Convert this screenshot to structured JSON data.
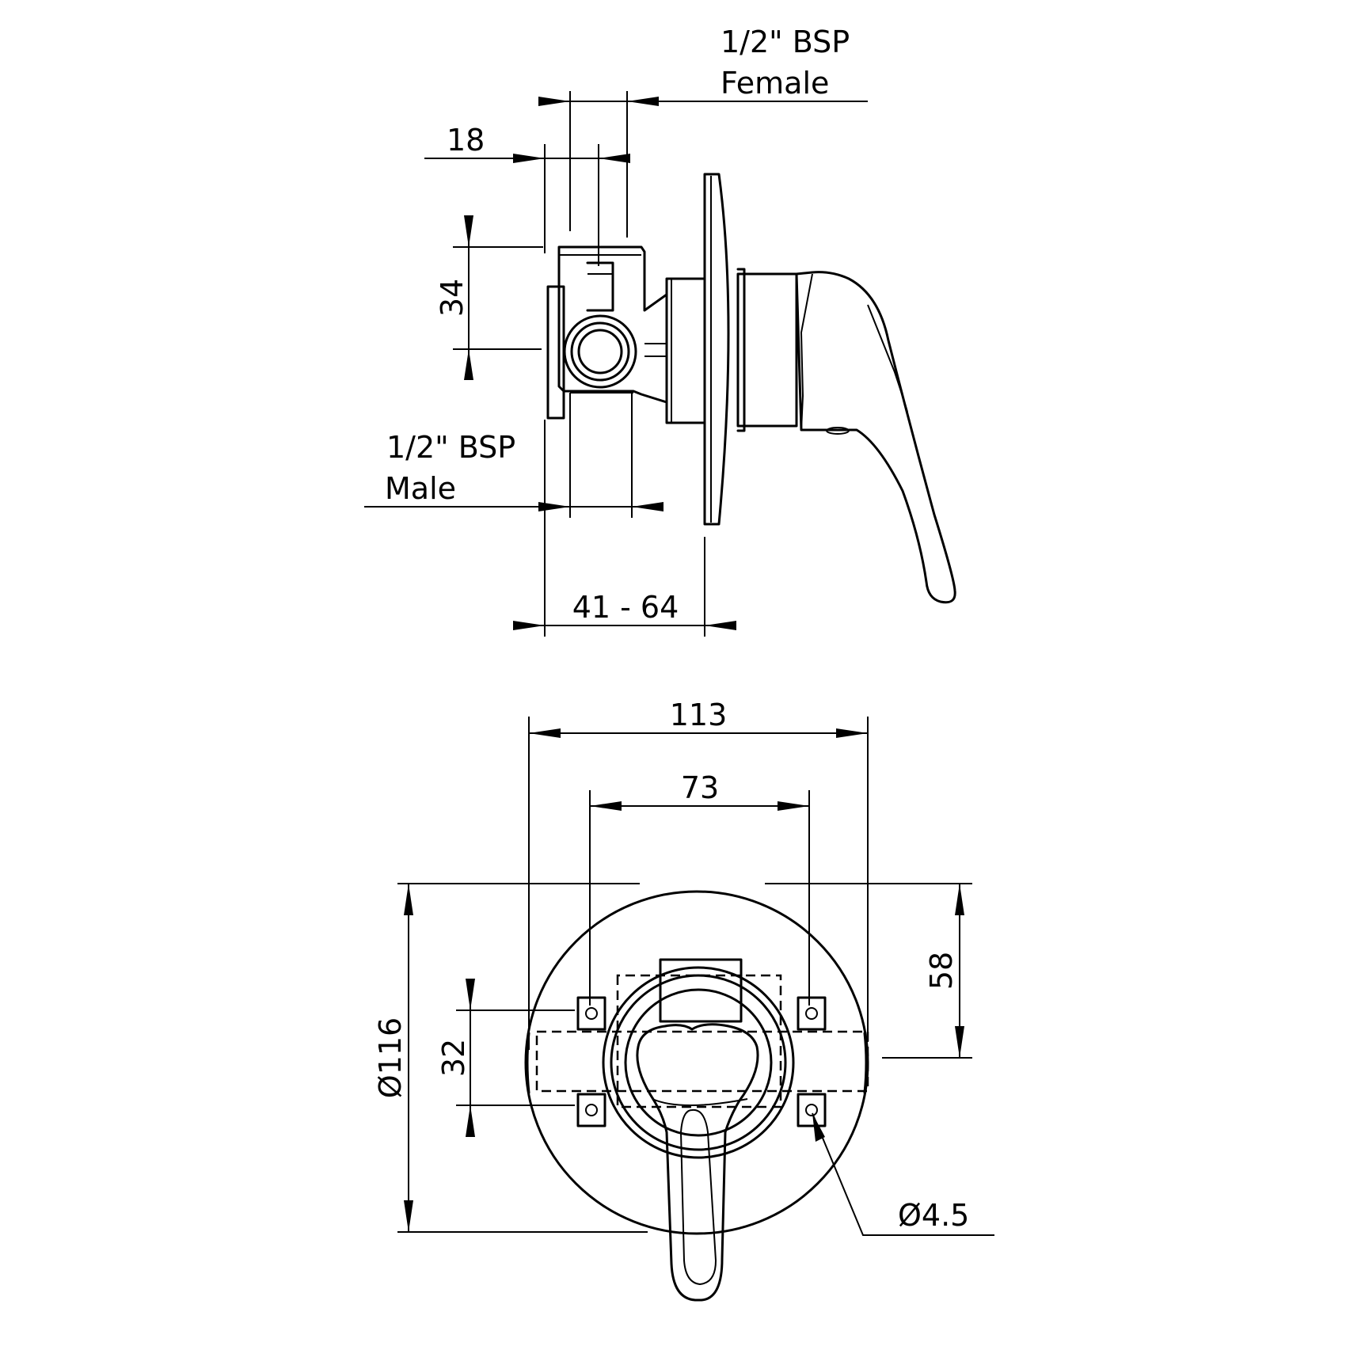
{
  "labels": {
    "female_line1": "1/2\" BSP",
    "female_line2": "Female",
    "male_line1": "1/2\" BSP",
    "male_line2": "Male",
    "dim_18": "18",
    "dim_34": "34",
    "dim_41_64": "41 - 64",
    "dim_113": "113",
    "dim_73": "73",
    "dim_116": "Ø116",
    "dim_58": "58",
    "dim_32": "32",
    "dim_4_5": "Ø4.5"
  }
}
